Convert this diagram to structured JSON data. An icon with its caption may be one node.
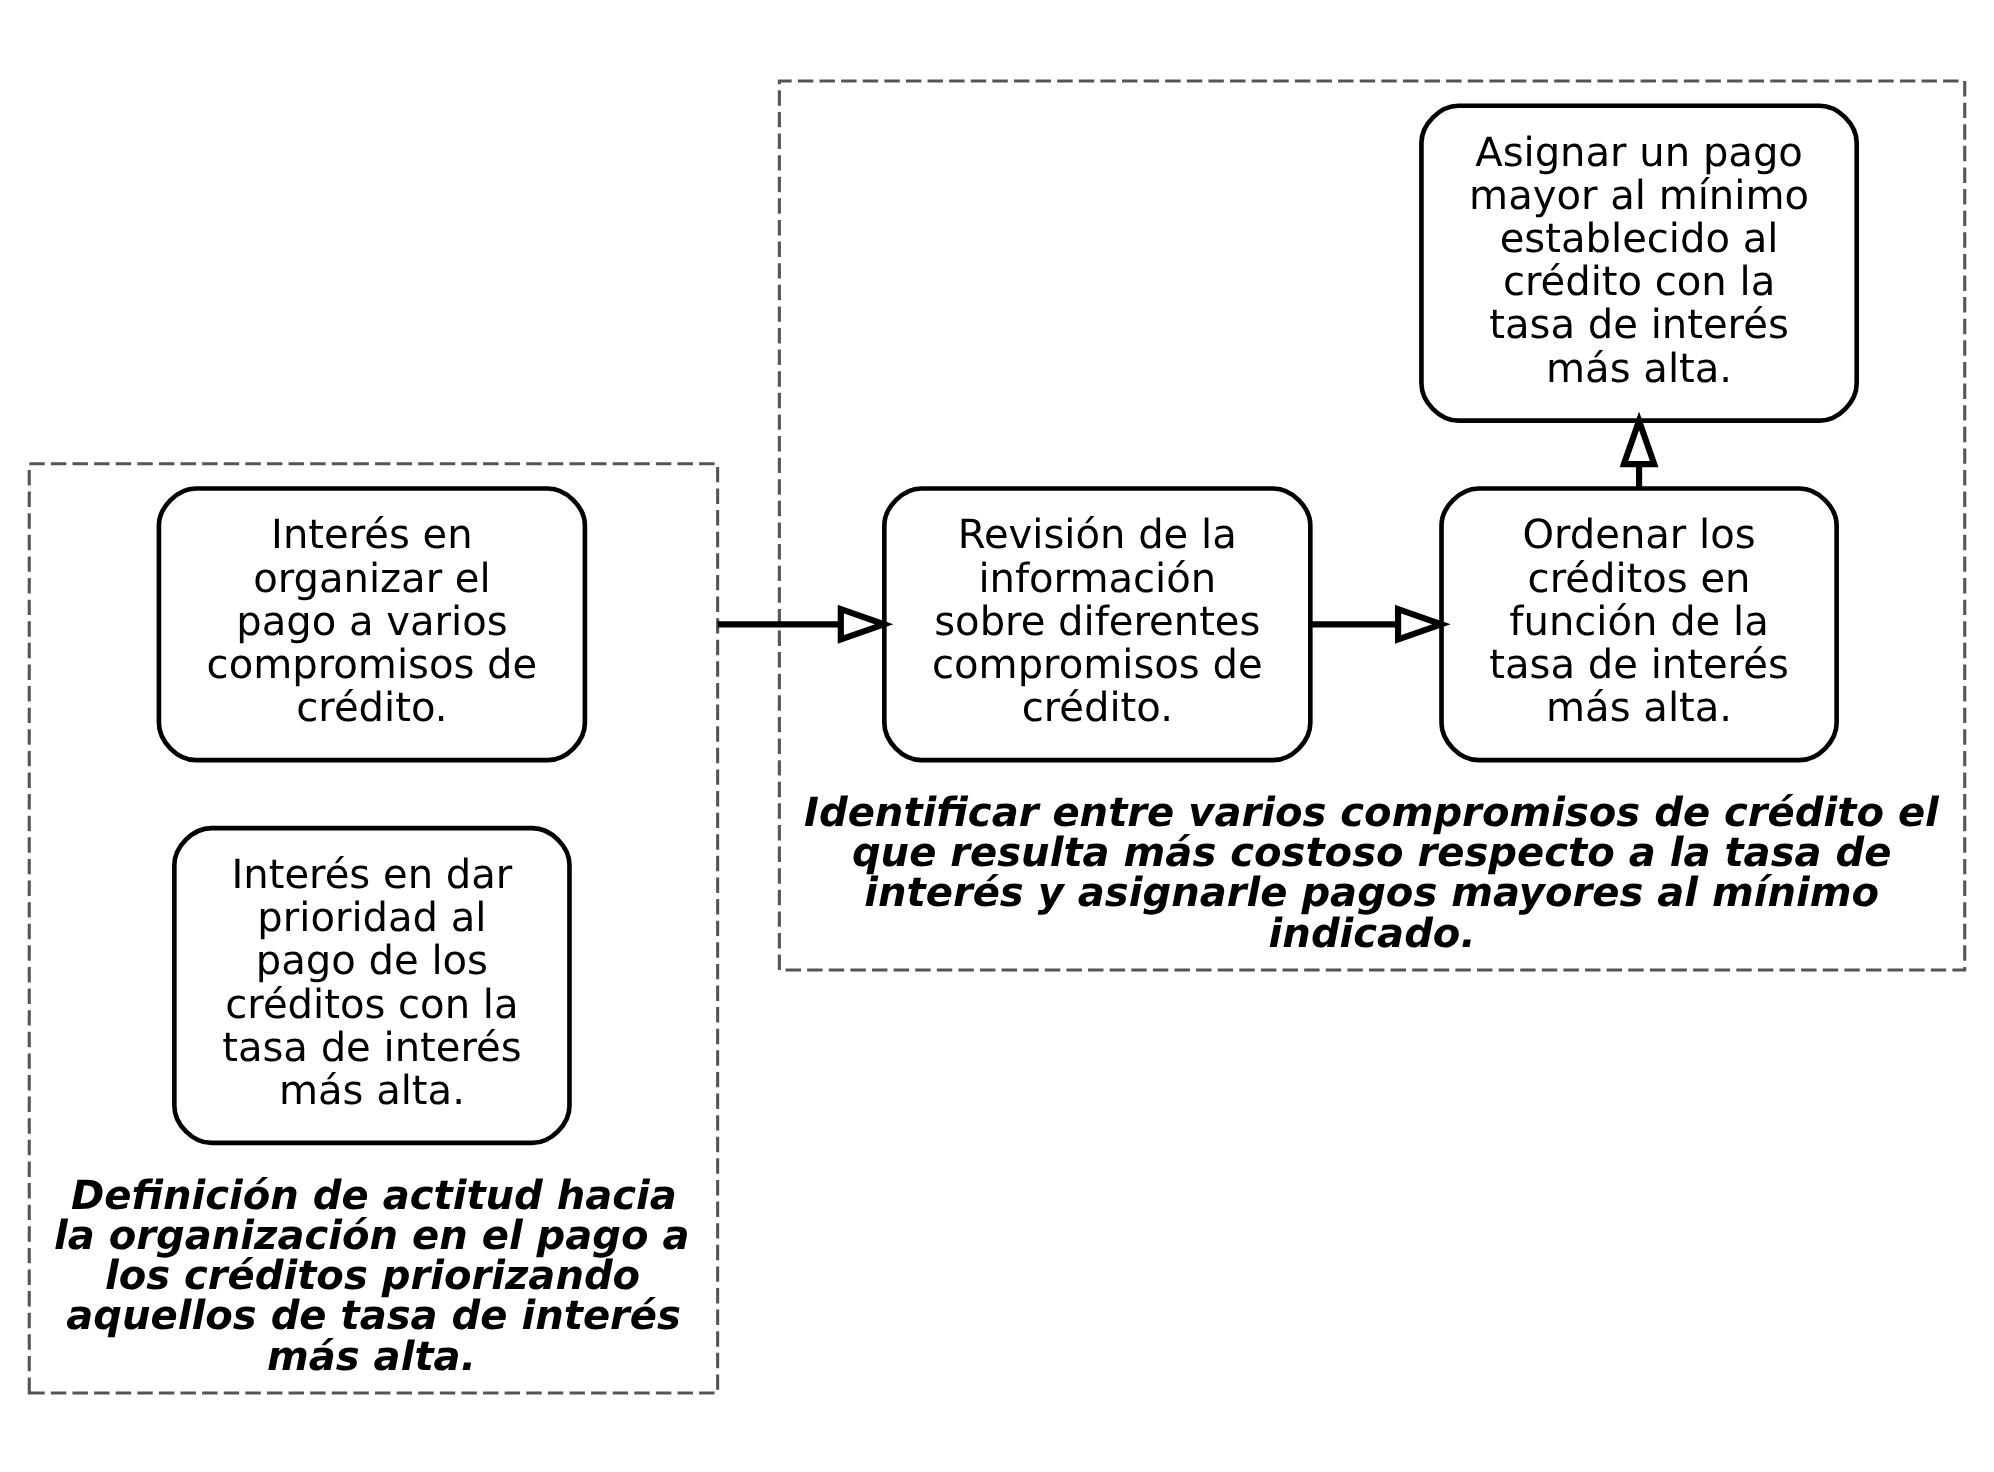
{
  "diagram": {
    "nodes": [
      {
        "text": [
          "Definición de actitud hacia la organización en el pago a los créditos priorizando aquellos de tasa de interés más alta."
        ]
      },
      {
        "text": [
          "Interés en organizar el pago a varios compromisos de crédito."
        ],
        "in": 0
      },
      {
        "text": [
          "Interés en dar prioridad al pago de los créditos con la tasa de interés más alta."
        ],
        "in": 0
      },
      {
        "text": [
          "Identificar entre varios compromisos de crédito el que resulta más costoso respecto a la tasa de interés y asignarle pagos mayores al mínimo indicado."
        ]
      },
      {
        "text": [
          "Revisión de la información sobre diferentes compromisos de crédito."
        ],
        "in": 3
      },
      {
        "text": [
          "Ordenar los créditos en función de la tasa de interés más alta."
        ],
        "in": 3
      },
      {
        "text": [
          "Asignar un pago mayor al mínimo establecido al crédito con la tasa de interés más alta."
        ],
        "in": 3
      }
    ],
    "edges": [
      {
        "from": 0,
        "to": 4,
        "arrow": "to"
      },
      {
        "from": 4,
        "to": 5,
        "arrow": "to"
      },
      {
        "from": 5,
        "to": 6,
        "arrow": "to"
      }
    ]
  }
}
